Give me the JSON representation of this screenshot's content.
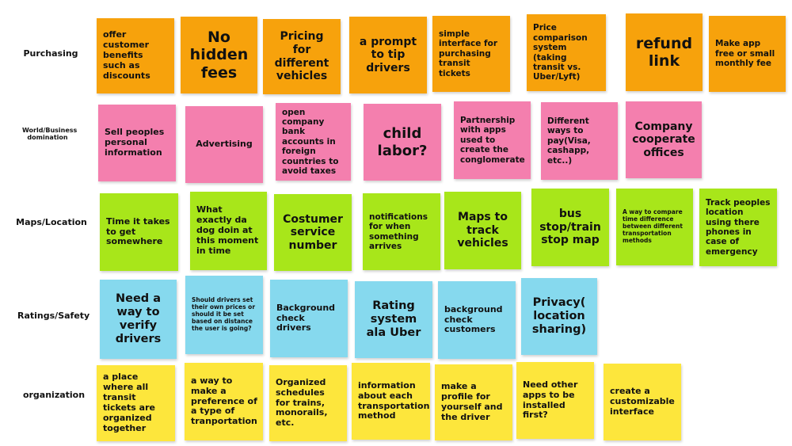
{
  "colors": {
    "purchasing": "#f7a20c",
    "world_business": "#f47fae",
    "maps_location": "#a8e61a",
    "ratings_safety": "#86d9ee",
    "organization": "#fde63c"
  },
  "rows": {
    "purchasing": "Purchasing",
    "world_business": "World/Business domination",
    "maps_location": "Maps/Location",
    "ratings_safety": "Ratings/Safety",
    "organization": "organization"
  },
  "purchasing": [
    "offer customer benefits such as discounts",
    "No hidden fees",
    "Pricing for different vehicles",
    "a prompt to tip drivers",
    "simple interface for purchasing transit tickets",
    "Price comparison system (taking transit vs. Uber/Lyft)",
    "refund link",
    "Make app free or small monthly fee"
  ],
  "world_business": [
    "Sell peoples personal information",
    "Advertising",
    "open company bank accounts in foreign countries to avoid taxes",
    "child labor?",
    "Partnership with apps used to create the conglomerate",
    "Different ways to pay(Visa, cashapp, etc..)",
    "Company cooperate offices"
  ],
  "maps_location": [
    "Time it takes to get somewhere",
    "What exactly da dog doin at this moment in time",
    "Costumer service number",
    "notifications for when something arrives",
    "Maps to track vehicles",
    "bus stop/train stop map",
    "A way to compare time difference between different transportation methods",
    "Track peoples location using there phones in case of emergency"
  ],
  "ratings_safety": [
    "Need a way to verify drivers",
    "Should drivers set their own prices or should it be set based on distance the user is going?",
    "Background check drivers",
    "Rating system ala Uber",
    "background check customers",
    "Privacy( location sharing)"
  ],
  "organization": [
    "a place where all transit tickets are organized together",
    "a way to make a preference of a type of tranportation",
    "Organized schedules for trains, monorails, etc.",
    "information about each transportation method",
    "make a profile for yourself and the driver",
    "Need other apps to be installed first?",
    "create a customizable interface"
  ]
}
